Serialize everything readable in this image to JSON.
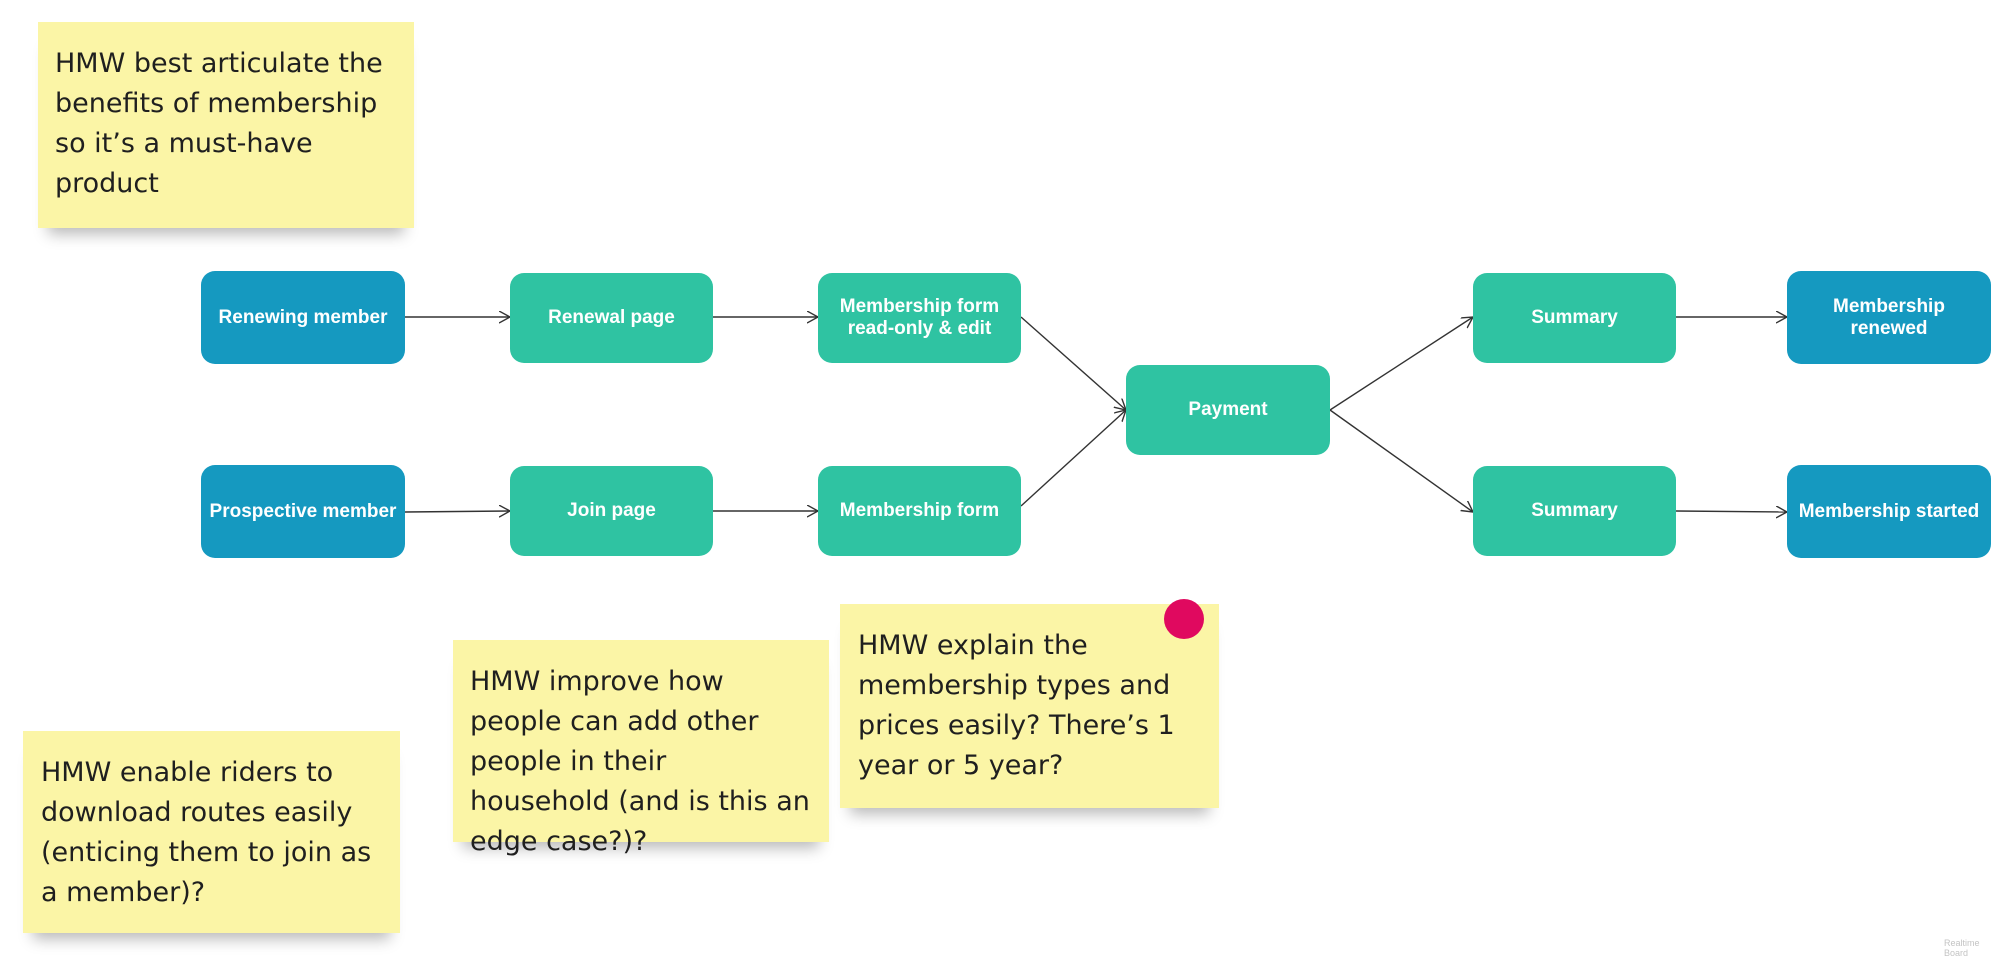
{
  "nodes": {
    "renewing_member": "Renewing member",
    "renewal_page": "Renewal page",
    "membership_form_edit": "Membership form\nread-only & edit",
    "payment": "Payment",
    "summary_top": "Summary",
    "membership_renewed": "Membership renewed",
    "prospective_member": "Prospective member",
    "join_page": "Join page",
    "membership_form": "Membership form",
    "summary_bottom": "Summary",
    "membership_started": "Membership started"
  },
  "stickies": {
    "benefits": "HMW best articulate the benefits of membership so it’s a must-have product",
    "household": "HMW improve how people can add other people in their household (and is this an edge case?)?",
    "types": "HMW explain the membership types and prices easily? There’s 1 year or 5 year?",
    "routes": "HMW enable riders to download routes easily (enticing them to join as a member)?"
  },
  "colors": {
    "actor": "#1599c0",
    "step": "#2fc3a2",
    "sticky": "#fbf5a6",
    "pin": "#e0095f",
    "connector": "#333333"
  },
  "watermark": "RealtimeBoard"
}
